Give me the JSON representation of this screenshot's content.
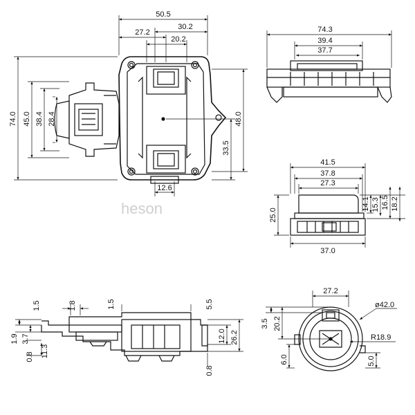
{
  "watermark": "heson",
  "views": {
    "top_view": {
      "dims": {
        "overall_width": "50.5",
        "right_part": "30.2",
        "left_part": "27.2",
        "center_part": "20.2",
        "overall_height": "74.0",
        "inner_45": "45.0",
        "inner_38": "38.4",
        "inner_28": "28.4",
        "right_48": "48.0",
        "right_33": "33.5",
        "bottom_12": "12.6"
      }
    },
    "side_view_top_right": {
      "dims": {
        "w1": "74.3",
        "w2": "39.4",
        "w3": "37.7"
      }
    },
    "front_view": {
      "dims": {
        "w1": "41.5",
        "w2": "37.8",
        "w3": "27.3",
        "w_bottom": "37.0",
        "h_left": "25.0",
        "h1": "14.1",
        "h2": "15.3",
        "h3": "16.5",
        "h4": "18.2"
      }
    },
    "side_view_bottom": {
      "dims": {
        "t1": "1.8",
        "t2": "1.5",
        "t3": "1.5",
        "t4": "5.5",
        "l1": "1.9",
        "l2": "3.7",
        "l3": "0.8",
        "l4": "11.3",
        "r1": "12.0",
        "r2": "26.2",
        "b1": "0.8"
      }
    },
    "round_view": {
      "dims": {
        "top": "27.2",
        "dia": "ø42.0",
        "radius": "R18.9",
        "l1": "3.5",
        "l2": "20.2",
        "l3": "6.0",
        "r1": "5.0"
      }
    }
  }
}
